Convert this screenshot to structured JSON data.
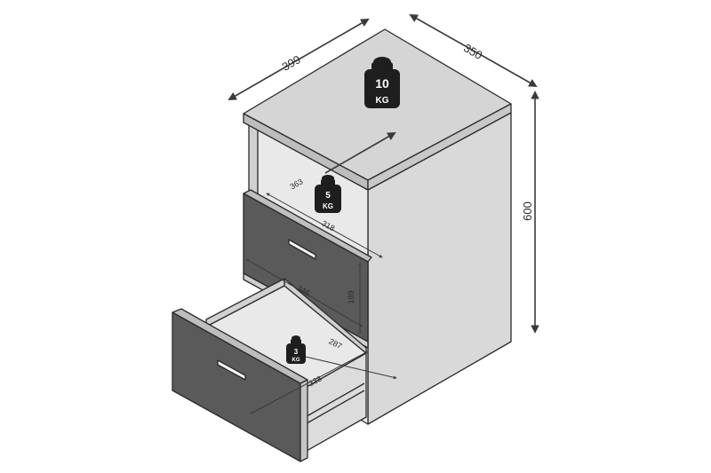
{
  "dimensions": {
    "width": "399",
    "depth": "350",
    "height": "600",
    "shelf_depth": "363",
    "shelf_width": "318",
    "drawer_depth": "346",
    "drawer_height": "189",
    "inner_depth": "287",
    "inner_width": "338"
  },
  "weights": [
    {
      "value": "10",
      "unit": "KG"
    },
    {
      "value": "5",
      "unit": "KG"
    },
    {
      "value": "3",
      "unit": "KG"
    }
  ],
  "colors": {
    "top": "#d5d5d5",
    "side": "#d9d9d9",
    "front_dark": "#5a5a5a",
    "inner": "#e6e6e6",
    "edge": "#2b2b2b",
    "weight": "#1e1e1e",
    "arrow": "#3a3a3a"
  }
}
